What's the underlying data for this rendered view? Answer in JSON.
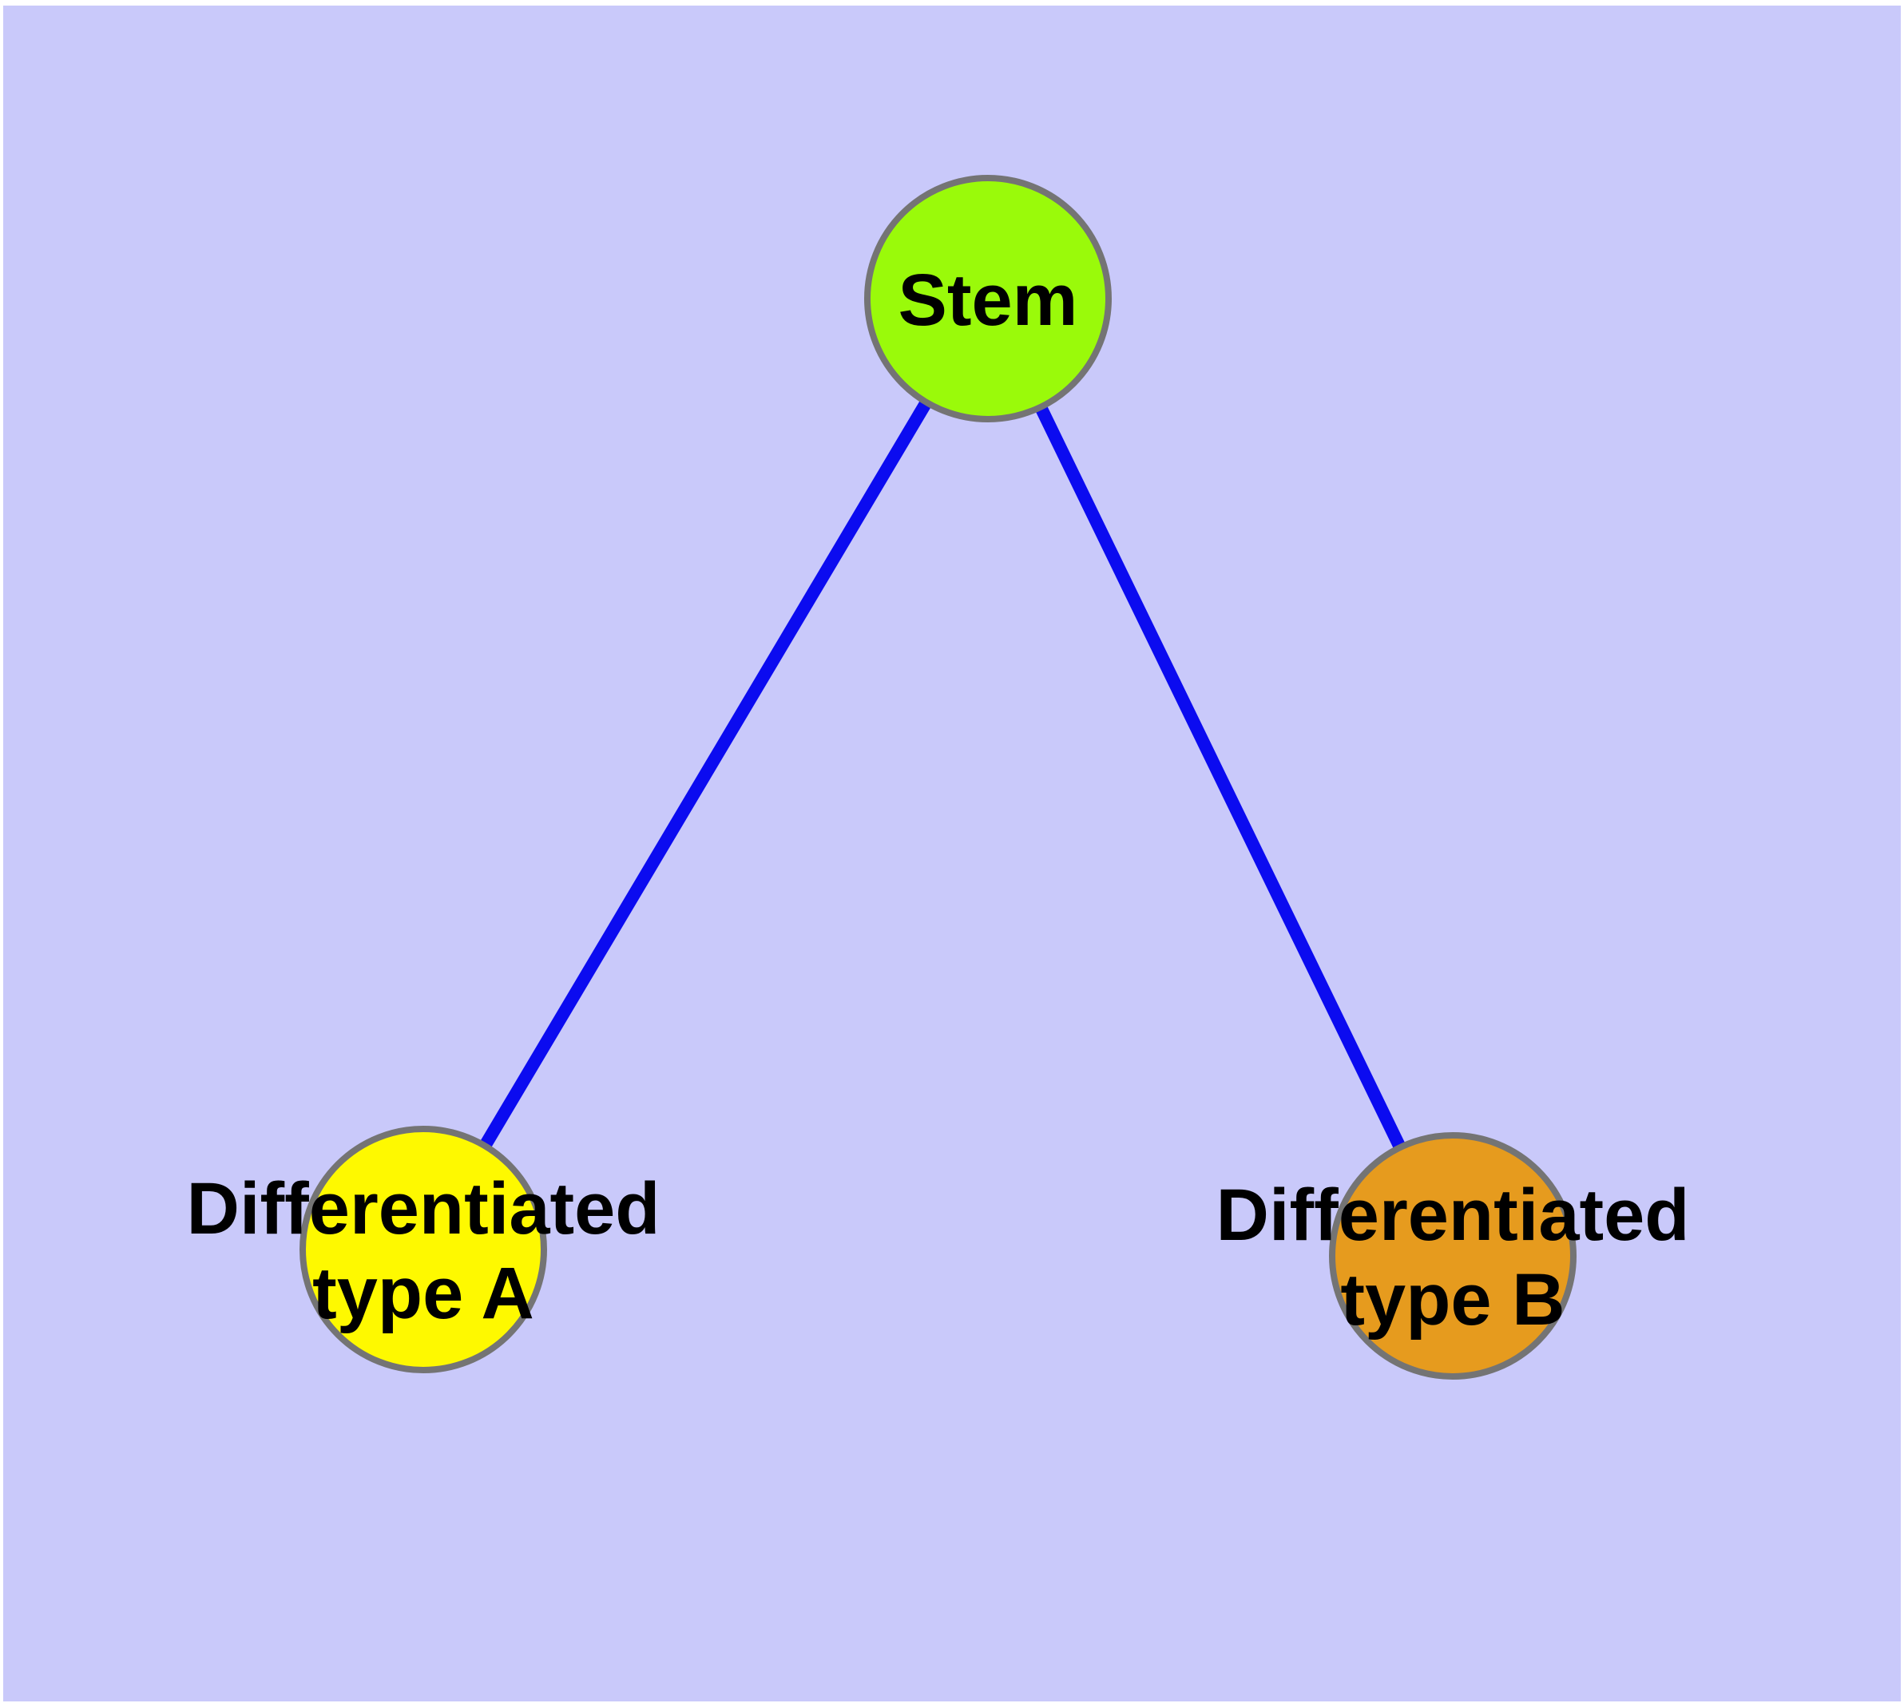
{
  "diagram": {
    "type": "graph",
    "background_color": "#C9C9FA",
    "frame_color": "#FFFFFF",
    "edge_color": "#0B0BF0",
    "node_border_color": "#747474",
    "label_color": "#000000",
    "nodes": [
      {
        "id": "stem",
        "label_lines": [
          "Stem"
        ],
        "fill": "#9AFA0A"
      },
      {
        "id": "differentiated-type-a",
        "label_lines": [
          "Differentiated",
          "type A"
        ],
        "fill": "#FEF900"
      },
      {
        "id": "differentiated-type-b",
        "label_lines": [
          "Differentiated",
          "type B"
        ],
        "fill": "#E69B1E"
      }
    ],
    "edges": [
      {
        "id": "stem-to-type-a",
        "from": "stem",
        "to": "differentiated-type-a"
      },
      {
        "id": "stem-to-type-b",
        "from": "stem",
        "to": "differentiated-type-b"
      }
    ]
  }
}
